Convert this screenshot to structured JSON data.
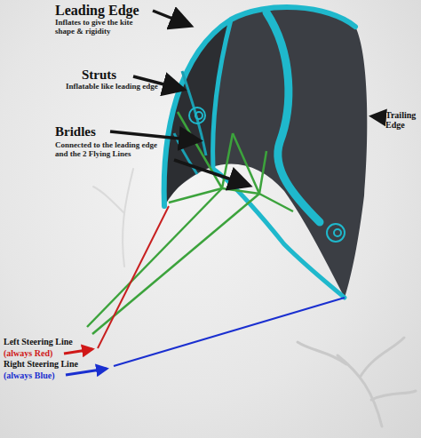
{
  "diagram": {
    "labels": [
      "Leading Edge",
      "Inflates to give the kite shape & rigidity",
      "Struts",
      "Inflatable like leading edge",
      "Bridles",
      "Connected to the leading edge and the 2 Flying Lines",
      "Trailing Edge",
      "Left Steering Line",
      "(always Red)",
      "Right Steering Line",
      "(always Blue)"
    ]
  }
}
